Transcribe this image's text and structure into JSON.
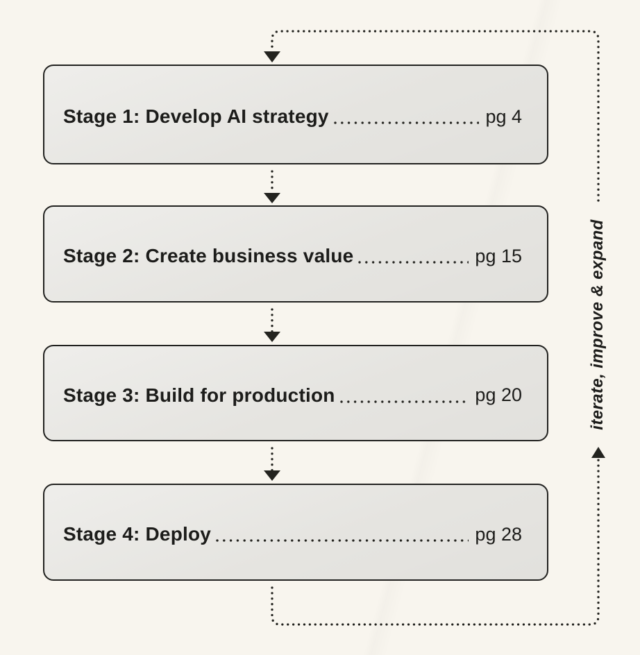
{
  "diagram": {
    "title_hint": "AI adoption stages flow",
    "stages": [
      {
        "label": "Stage 1: Develop AI strategy",
        "page": "pg 4"
      },
      {
        "label": "Stage 2: Create business value",
        "page": "pg 15"
      },
      {
        "label": "Stage 3: Build for production",
        "page": "pg 20"
      },
      {
        "label": "Stage 4: Deploy",
        "page": "pg 28"
      }
    ],
    "loop_label": "iterate, improve & expand",
    "colors": {
      "background": "#f8f5ee",
      "box_fill": "#e9e8e4",
      "box_border": "#21211f",
      "text": "#1c1c1a",
      "connector": "#23231f"
    }
  }
}
